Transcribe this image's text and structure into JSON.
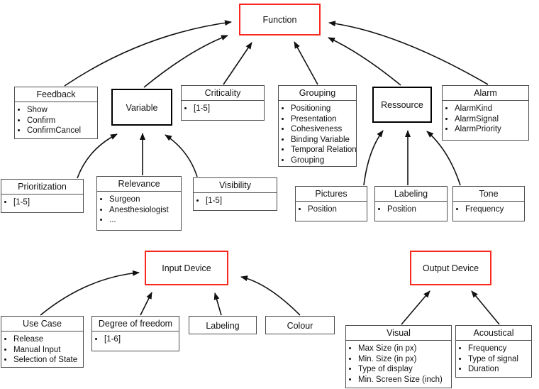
{
  "diagram": {
    "accent_red": "#f8281e",
    "box_border_color": "#4d4d4d",
    "arrow_color": "#111111",
    "nodes": [
      {
        "id": "function",
        "title": "Function",
        "emphasis": "red"
      },
      {
        "id": "feedback",
        "title": "Feedback",
        "attributes": [
          "Show",
          "Confirm",
          "ConfirmCancel"
        ]
      },
      {
        "id": "variable",
        "title": "Variable",
        "emphasis": "bold"
      },
      {
        "id": "criticality",
        "title": "Criticality",
        "attributes": [
          "[1-5]"
        ]
      },
      {
        "id": "grouping",
        "title": "Grouping",
        "attributes": [
          "Positioning",
          "Presentation",
          "Cohesiveness",
          "Binding Variable",
          "Temporal Relation",
          "Grouping"
        ]
      },
      {
        "id": "ressource",
        "title": "Ressource",
        "emphasis": "bold"
      },
      {
        "id": "alarm",
        "title": "Alarm",
        "attributes": [
          "AlarmKind",
          "AlarmSignal",
          "AlarmPriority"
        ]
      },
      {
        "id": "prioritization",
        "title": "Prioritization",
        "attributes": [
          "[1-5]"
        ]
      },
      {
        "id": "relevance",
        "title": "Relevance",
        "attributes": [
          "Surgeon",
          "Anesthesiologist",
          "..."
        ]
      },
      {
        "id": "visibility",
        "title": "Visibility",
        "attributes": [
          "[1-5]"
        ]
      },
      {
        "id": "pictures",
        "title": "Pictures",
        "attributes": [
          "Position"
        ]
      },
      {
        "id": "labeling-function",
        "title": "Labeling",
        "attributes": [
          "Position"
        ]
      },
      {
        "id": "tone",
        "title": "Tone",
        "attributes": [
          "Frequency"
        ]
      },
      {
        "id": "input-device",
        "title": "Input Device",
        "emphasis": "red"
      },
      {
        "id": "output-device",
        "title": "Output Device",
        "emphasis": "red"
      },
      {
        "id": "use-case",
        "title": "Use Case",
        "attributes": [
          "Release",
          "Manual Input",
          "Selection of State"
        ]
      },
      {
        "id": "degree-of-freedom",
        "title": "Degree of freedom",
        "attributes": [
          "[1-6]"
        ]
      },
      {
        "id": "labeling-input",
        "title": "Labeling"
      },
      {
        "id": "colour",
        "title": "Colour"
      },
      {
        "id": "visual",
        "title": "Visual",
        "attributes": [
          "Max Size (in px)",
          "Min. Size (in px)",
          "Type of display",
          "Min. Screen Size (inch)"
        ]
      },
      {
        "id": "acoustical",
        "title": "Acoustical",
        "attributes": [
          "Frequency",
          "Type of signal",
          "Duration"
        ]
      }
    ],
    "edges": [
      {
        "from": "feedback",
        "to": "function"
      },
      {
        "from": "variable",
        "to": "function"
      },
      {
        "from": "criticality",
        "to": "function"
      },
      {
        "from": "grouping",
        "to": "function"
      },
      {
        "from": "ressource",
        "to": "function"
      },
      {
        "from": "alarm",
        "to": "function"
      },
      {
        "from": "prioritization",
        "to": "variable"
      },
      {
        "from": "relevance",
        "to": "variable"
      },
      {
        "from": "visibility",
        "to": "variable"
      },
      {
        "from": "pictures",
        "to": "ressource"
      },
      {
        "from": "labeling-function",
        "to": "ressource"
      },
      {
        "from": "tone",
        "to": "ressource"
      },
      {
        "from": "use-case",
        "to": "input-device"
      },
      {
        "from": "degree-of-freedom",
        "to": "input-device"
      },
      {
        "from": "labeling-input",
        "to": "input-device"
      },
      {
        "from": "colour",
        "to": "input-device"
      },
      {
        "from": "visual",
        "to": "output-device"
      },
      {
        "from": "acoustical",
        "to": "output-device"
      }
    ]
  }
}
